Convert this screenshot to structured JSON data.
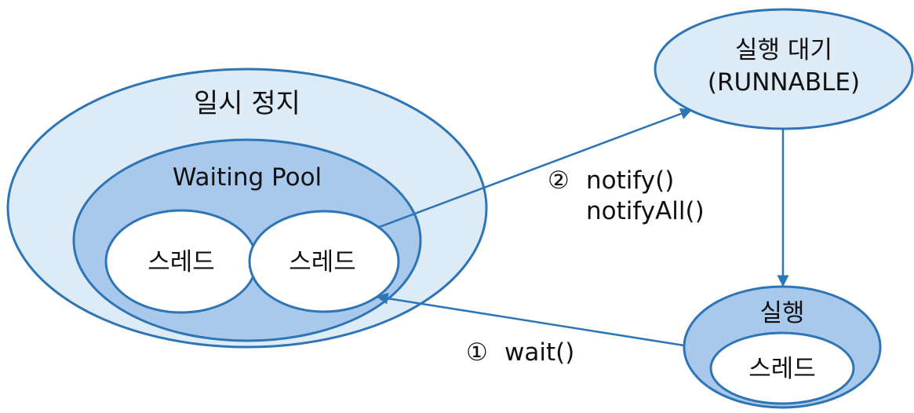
{
  "paused": {
    "title": "일시 정지",
    "waiting_pool": {
      "title": "Waiting Pool",
      "threads": [
        "스레드",
        "스레드"
      ]
    }
  },
  "runnable": {
    "line1": "실행 대기",
    "line2": "(RUNNABLE)"
  },
  "running": {
    "title": "실행",
    "thread": "스레드"
  },
  "transitions": {
    "notify": {
      "number": "②",
      "line1": "notify()",
      "line2": "notifyAll()"
    },
    "wait": {
      "number": "①",
      "label": "wait()"
    }
  },
  "colors": {
    "outline": "#2E75B6",
    "light_fill": "#DDEBF7",
    "medium_fill": "#A9C9EC",
    "white": "#FFFFFF"
  }
}
